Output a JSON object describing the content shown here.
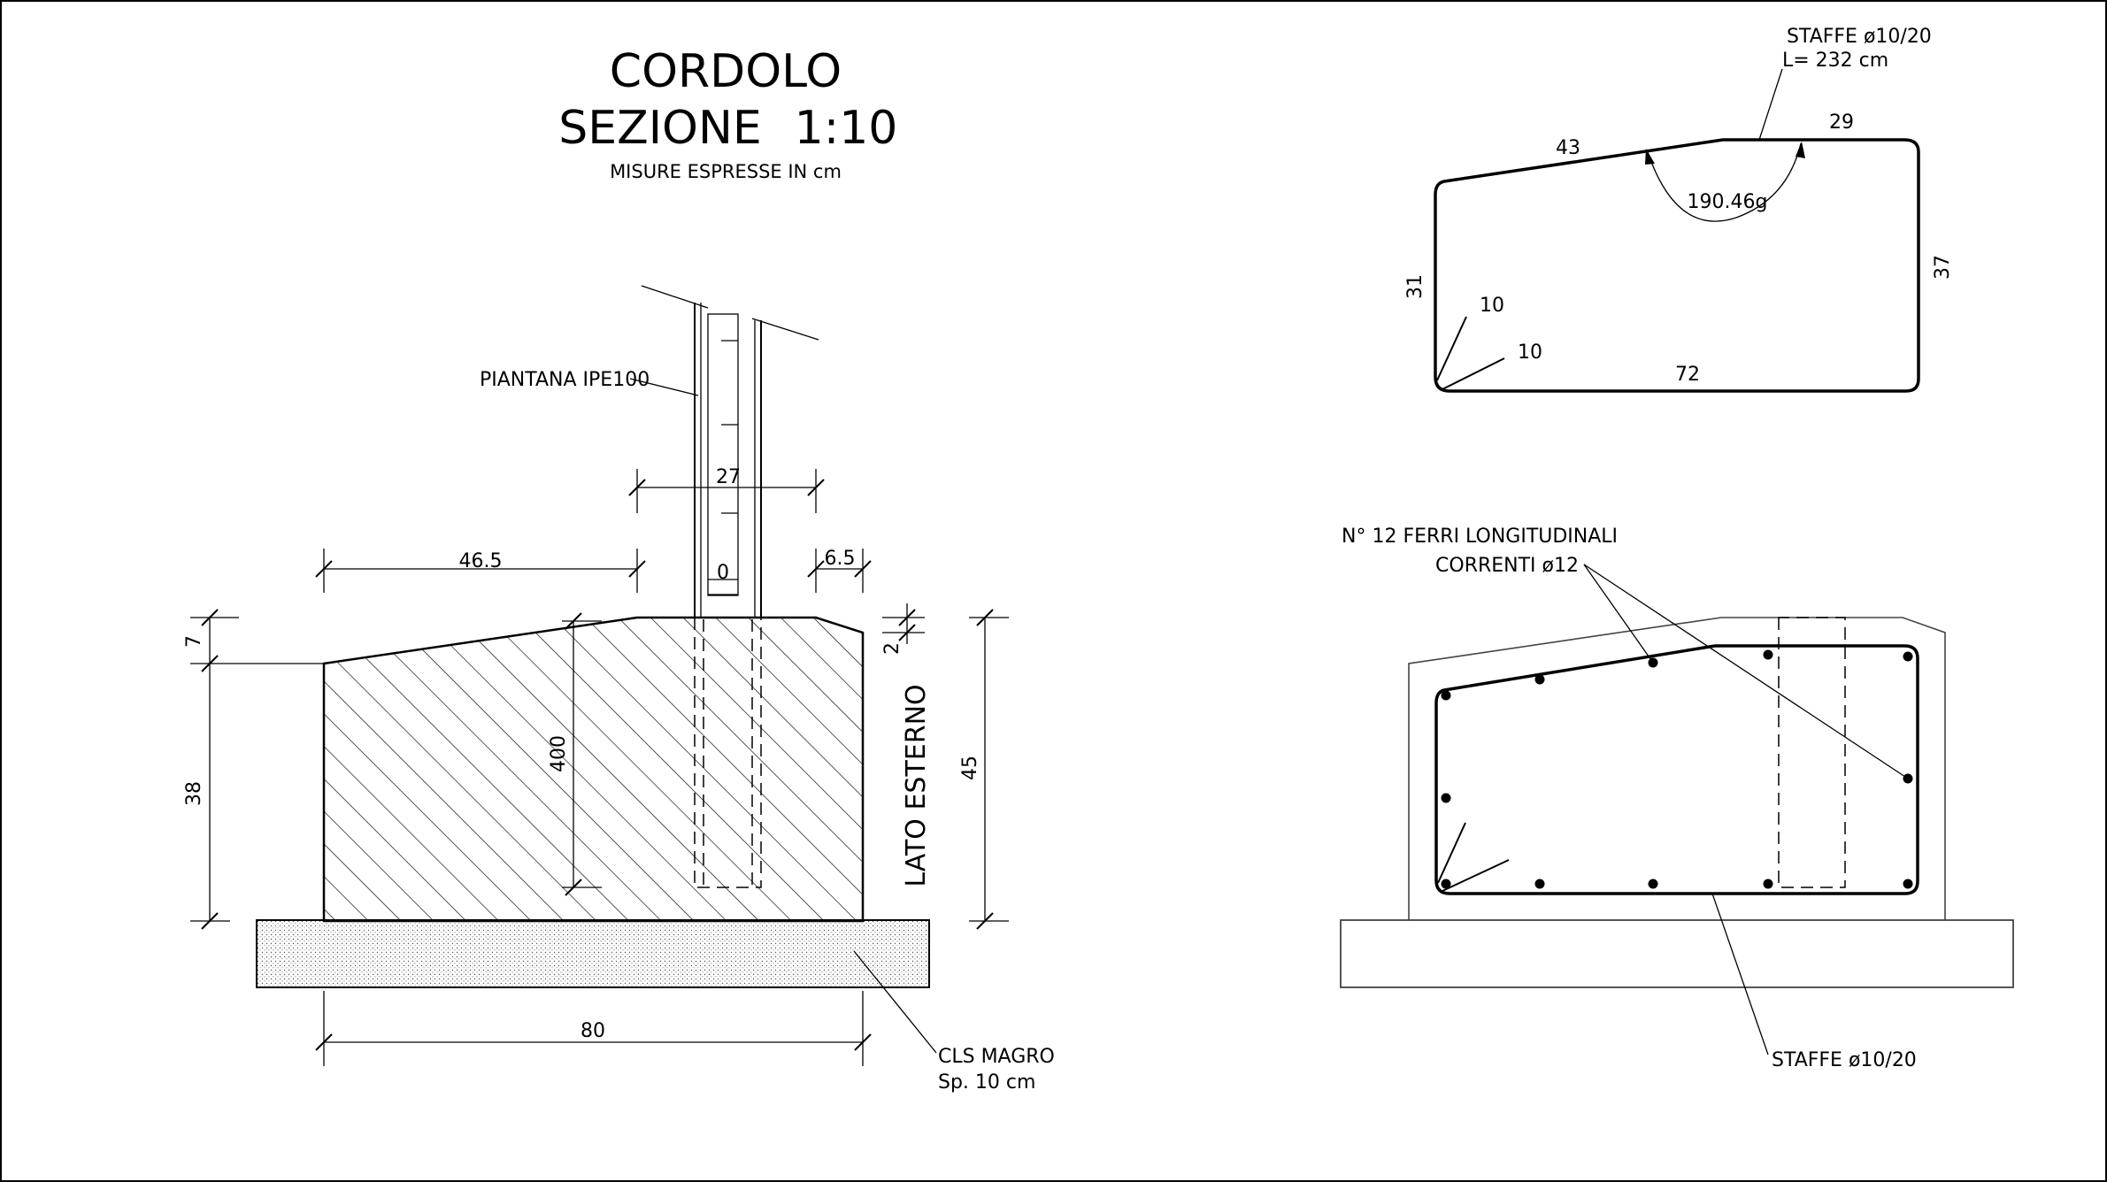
{
  "title": {
    "line1": "CORDOLO",
    "line2": "SEZIONE",
    "scale": "1:10",
    "units": "MISURE ESPRESSE IN cm"
  },
  "section": {
    "post_label": "PIANTANA IPE100",
    "post_mark": "0",
    "dim_top_left": "46.5",
    "dim_post": "27",
    "dim_top_right": "6.5",
    "dim_left_top": "7",
    "dim_left_main": "38",
    "dim_embed": "400",
    "dim_right_small": "2",
    "dim_right_total": "45",
    "dim_bottom": "80",
    "side_label": "LATO ESTERNO",
    "lean_label_1": "CLS MAGRO",
    "lean_label_2": "Sp. 10 cm"
  },
  "stirrup": {
    "label_1": "STAFFE ø10/20",
    "label_2": "L= 232 cm",
    "dim_slope": "43",
    "dim_top": "29",
    "angle": "190.46g",
    "dim_left": "31",
    "dim_right": "37",
    "dim_bottom": "72",
    "hook_1": "10",
    "hook_2": "10"
  },
  "reinforcement": {
    "bars_label_1": "N° 12 FERRI LONGITUDINALI",
    "bars_label_2": "CORRENTI ø12",
    "stirrup_label": "STAFFE ø10/20",
    "bar_count": 12
  }
}
